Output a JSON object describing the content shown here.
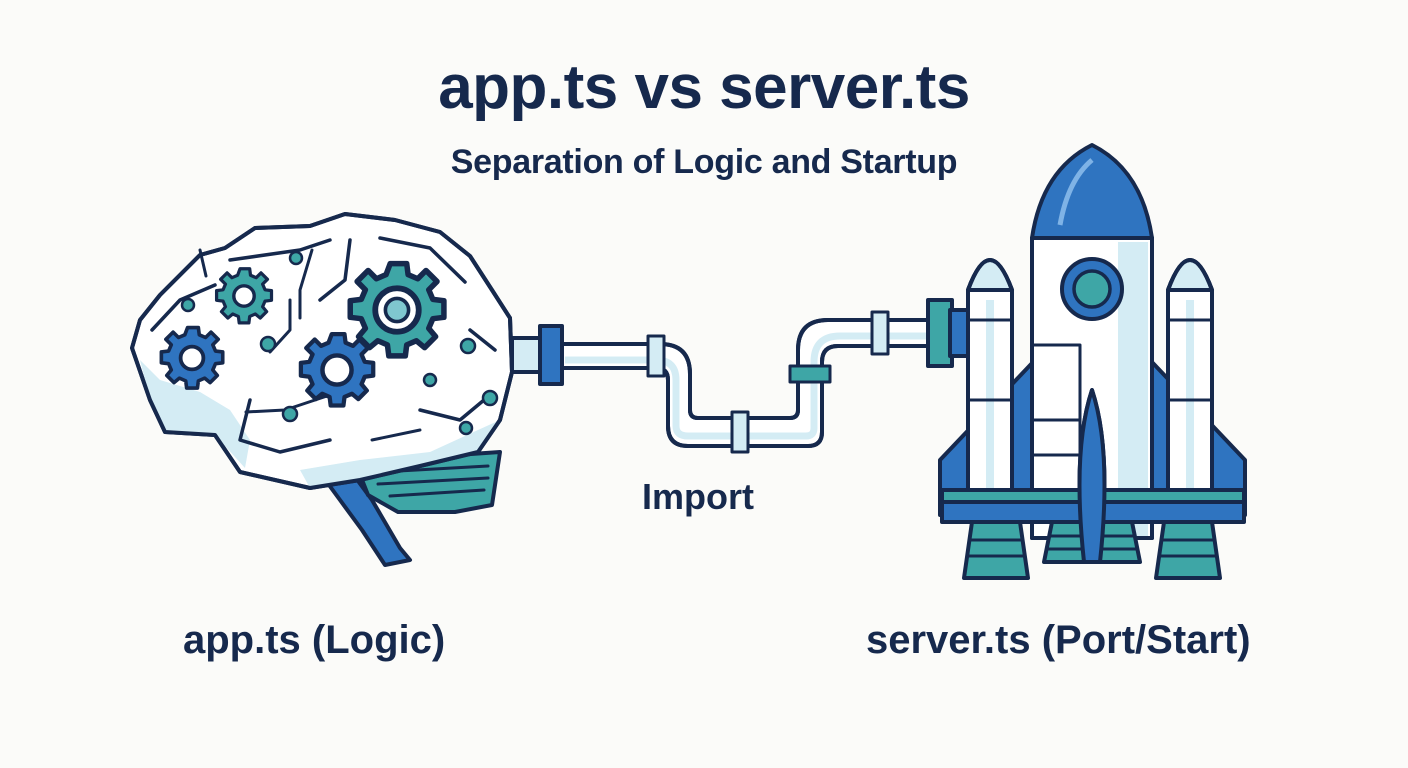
{
  "title": "app.ts vs server.ts",
  "subtitle": "Separation of Logic and Startup",
  "connector_label": "Import",
  "left_label": "app.ts (Logic)",
  "right_label": "server.ts (Port/Start)",
  "colors": {
    "navy": "#16294d",
    "blue": "#2f74c0",
    "teal": "#3ea6a6",
    "light_blue": "#d4ecf4",
    "white": "#ffffff",
    "background": "#fbfbf9"
  },
  "icons": [
    "brain-circuit-icon",
    "gear-icon",
    "pipe-icon",
    "rocket-icon"
  ]
}
